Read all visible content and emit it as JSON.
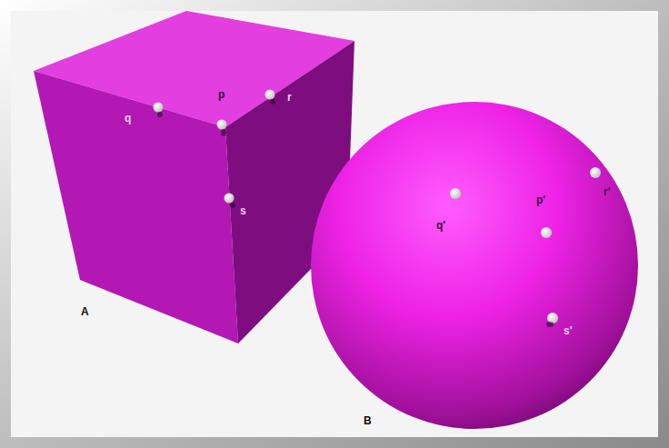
{
  "diagram": {
    "labels": [
      "q",
      "p",
      "r",
      "s",
      "A",
      "q'",
      "p'",
      "r'",
      "s'",
      "B"
    ]
  }
}
